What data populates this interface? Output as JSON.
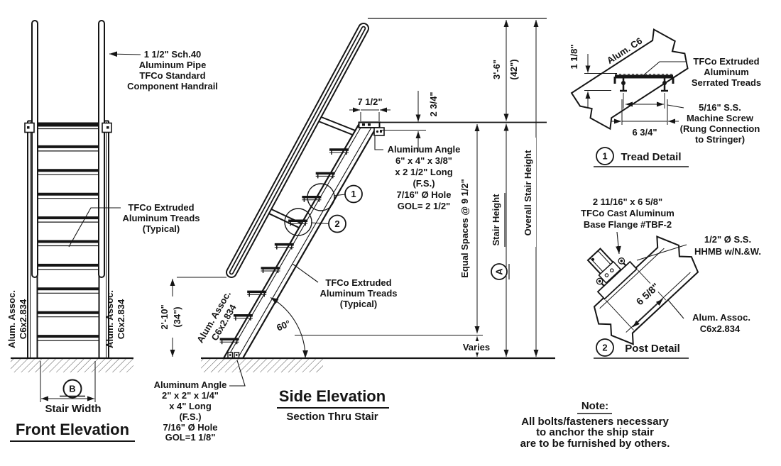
{
  "front": {
    "handrail_note": [
      "1 1/2\" Sch.40",
      "Aluminum Pipe",
      "TFCo Standard",
      "Component Handrail"
    ],
    "treads_note": [
      "TFCo Extruded",
      "Aluminum Treads",
      "(Typical)"
    ],
    "stringer_spec_line1": "Alum. Assoc.",
    "stringer_spec_line2": "C6x2.834",
    "width_ref": "B",
    "width_label": "Stair Width",
    "title": "Front Elevation"
  },
  "side": {
    "top_width_dim": "7 1/2\"",
    "angle_offset_dim": "2 3/4\"",
    "top_angle_note": [
      "Aluminum Angle",
      "6\" x 4\" x 3/8\"",
      "x 2 1/2\" Long",
      "(F.S.)",
      "7/16\" Ø Hole",
      "GOL= 2 1/2\""
    ],
    "detail_ref_1": "1",
    "detail_ref_2": "2",
    "treads_note": [
      "TFCo Extruded",
      "Aluminum Treads",
      "(Typical)"
    ],
    "angle_dim": "60°",
    "stringer_spec_line1": "Alum. Assoc.",
    "stringer_spec_line2": "C6x2.834",
    "rail_height_dim": "2'-10\"",
    "rail_height_dim_alt": "(34\")",
    "base_angle_note": [
      "Aluminum Angle",
      "2\" x 2\" x 1/4\"",
      "x 4\" Long",
      "(F.S.)",
      "7/16\" Ø Hole",
      "GOL=1 1/8\""
    ],
    "title": "Side Elevation",
    "subtitle": "Section Thru Stair",
    "spaces_dim": "Equal Spaces @ 9 1/2\"",
    "varies_dim": "Varies",
    "top_height_dim": "3'-6\"",
    "top_height_dim_alt": "(42\")",
    "stair_height_ref": "A",
    "stair_height_label": "Stair Height",
    "overall_height_label": "Overall Stair Height"
  },
  "tread_detail": {
    "channel_label": "Alum. C6",
    "height_dim": "1 1/8\"",
    "width_dim": "6 3/4\"",
    "serrated_note": [
      "TFCo Extruded",
      "Aluminum",
      "Serrated Treads"
    ],
    "screw_note": [
      "5/16\" S.S.",
      "Machine Screw",
      "(Rung Connection",
      "to Stringer)"
    ],
    "ref": "1",
    "title": "Tread Detail"
  },
  "post_detail": {
    "flange_note": [
      "2 11/16\" x 6 5/8\"",
      "TFCo Cast Aluminum",
      "Base Flange #TBF-2"
    ],
    "bolt_note": [
      "1/2\" Ø S.S.",
      "HHMB w/N.&W."
    ],
    "flange_dim": "6 5/8\"",
    "channel_note": [
      "Alum. Assoc.",
      "C6x2.834"
    ],
    "ref": "2",
    "title": "Post Detail"
  },
  "note": {
    "heading": "Note:",
    "lines": [
      "All bolts/fasteners necessary",
      "to anchor the ship stair",
      "are to be furnished by others."
    ]
  },
  "colors": {
    "ink": "#151515",
    "paper": "#ffffff"
  }
}
